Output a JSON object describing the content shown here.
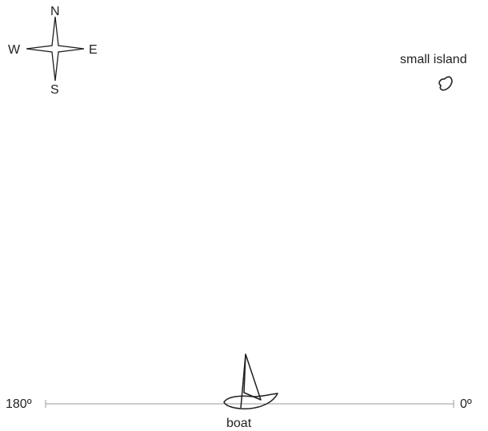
{
  "compass": {
    "north": "N",
    "south": "S",
    "west": "W",
    "east": "E"
  },
  "island": {
    "label": "small island"
  },
  "boat": {
    "label": "boat"
  },
  "protractor": {
    "left_label": "180º",
    "right_label": "0º"
  },
  "colors": {
    "ink": "#231f20",
    "line": "#9a9a9a"
  }
}
